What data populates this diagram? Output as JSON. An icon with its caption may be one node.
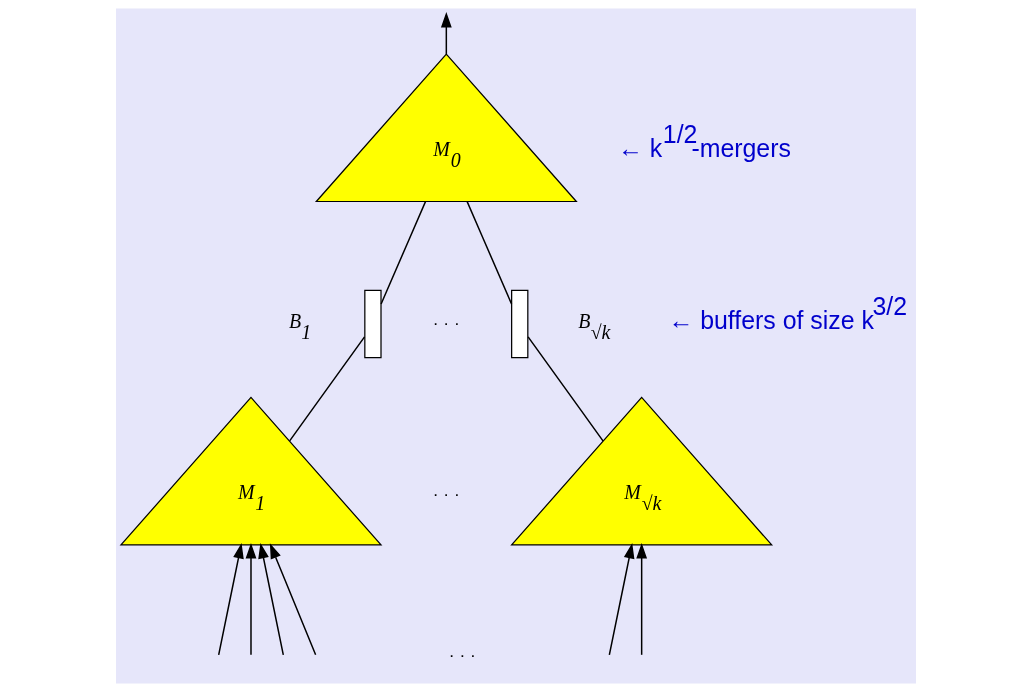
{
  "diagram": {
    "nodes": [
      {
        "text": [
          "M$_{0}$"
        ]
      },
      {
        "text": [],
        "shape": "box",
        "beside": [
          "B$_{1}$"
        ]
      },
      {
        "text": [],
        "shape": "box",
        "beside": [
          "B$_{√k}$"
        ]
      },
      {
        "text": [
          "M$_{1}$"
        ]
      },
      {
        "text": [
          "M$_{√k}$"
        ]
      }
    ],
    "edges": [
      {
        "from": 0,
        "to": null,
        "arrow": "to"
      },
      {
        "from": 0,
        "to": 1,
        "arrow": "none"
      },
      {
        "from": 0,
        "to": 2,
        "arrow": "none"
      },
      {
        "from": 1,
        "to": 3,
        "arrow": "none"
      },
      {
        "from": 2,
        "to": 4,
        "arrow": "none"
      },
      {
        "from": null,
        "to": 3,
        "arrow": "to"
      },
      {
        "from": null,
        "to": 3,
        "arrow": "to"
      },
      {
        "from": null,
        "to": 3,
        "arrow": "to"
      },
      {
        "from": null,
        "to": 3,
        "arrow": "to"
      },
      {
        "from": null,
        "to": 4,
        "arrow": "to"
      },
      {
        "from": null,
        "to": 4,
        "arrow": "to"
      }
    ],
    "labels": [
      "· · ·",
      "· · ·",
      "· · ·",
      "← k$^{1/2}$-mergers",
      "← buffers of size k$^{3/2}$"
    ]
  }
}
